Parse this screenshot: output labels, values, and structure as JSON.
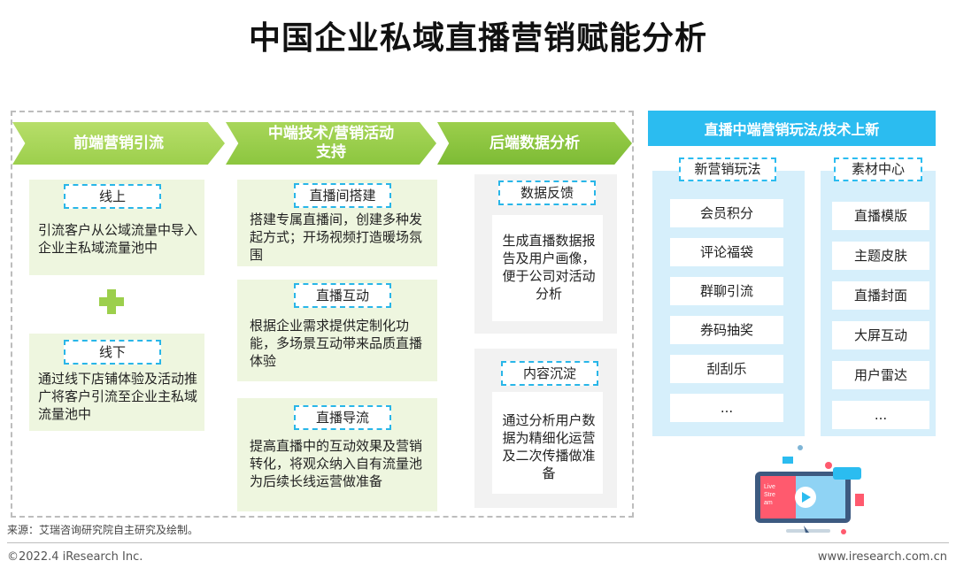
{
  "title": "中国企业私域直播营销赋能分析",
  "stages": [
    {
      "label": "前端营销引流"
    },
    {
      "label": "中端技术/营销活动支持"
    },
    {
      "label": "后端数据分析"
    }
  ],
  "front": {
    "online": {
      "tag": "线上",
      "text": "引流客户从公域流量中导入企业主私域流量池中"
    },
    "offline": {
      "tag": "线下",
      "text": "通过线下店铺体验及活动推广将客户引流至企业主私域流量池中"
    }
  },
  "middle": [
    {
      "tag": "直播间搭建",
      "text": "搭建专属直播间，创建多种发起方式；开场视频打造暖场氛围"
    },
    {
      "tag": "直播互动",
      "text": "根据企业需求提供定制化功能，多场景互动带来品质直播体验"
    },
    {
      "tag": "直播导流",
      "text": "提高直播中的互动效果及营销转化，将观众纳入自有流量池为后续长线运营做准备"
    }
  ],
  "back": [
    {
      "tag": "数据反馈",
      "text": "生成直播数据报告及用户画像，便于公司对活动分析"
    },
    {
      "tag": "内容沉淀",
      "text": "通过分析用户数据为精细化运营及二次传播做准备"
    }
  ],
  "right": {
    "header": "直播中端营销玩法/技术上新",
    "col1": {
      "head": "新营销玩法",
      "items": [
        "会员积分",
        "评论福袋",
        "群聊引流",
        "券码抽奖",
        "刮刮乐",
        "..."
      ]
    },
    "col2": {
      "head": "素材中心",
      "items": [
        "直播模版",
        "主题皮肤",
        "直播封面",
        "大屏互动",
        "用户雷达",
        "..."
      ]
    }
  },
  "illustration": {
    "screen_text": "Live Stre am",
    "icon": "live-stream-illustration"
  },
  "footer": {
    "source": "来源：艾瑞咨询研究院自主研究及绘制。",
    "copyright": "©2022.4 iResearch Inc.",
    "site": "www.iresearch.com.cn"
  },
  "colors": {
    "green": "#8cc63f",
    "light_green": "#eef6df",
    "blue": "#2bbcf0",
    "light_blue": "#d6effb"
  }
}
